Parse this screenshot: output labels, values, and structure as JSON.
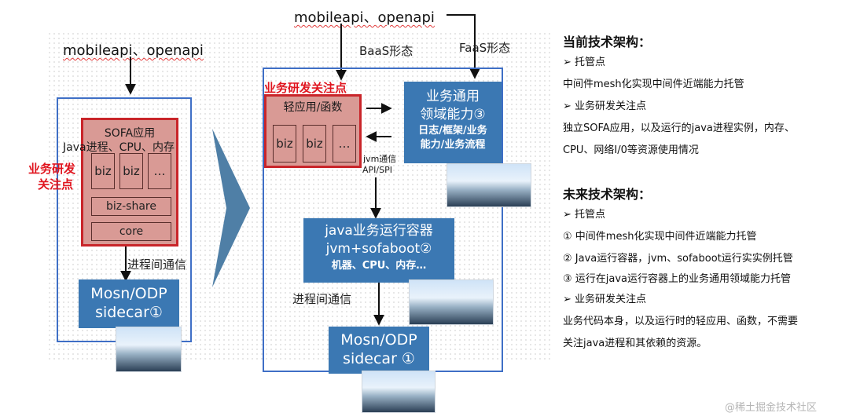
{
  "left": {
    "api_label": "mobileapi、openapi",
    "side_label_line1": "业务研发",
    "side_label_line2": "关注点",
    "app_title": "SOFA应用",
    "app_sub": "Java进程、CPU、内存",
    "biz1": "biz",
    "biz2": "biz",
    "biz3": "…",
    "biz_share": "biz-share",
    "core": "core",
    "ipc_label": "进程间通信",
    "sidecar_line1": "Mosn/ODP",
    "sidecar_line2": "sidecar①"
  },
  "middle": {
    "api_label": "mobileapi、openapi",
    "baas": "BaaS形态",
    "faas": "FaaS形态",
    "focus_title": "业务研发关注点",
    "light_title": "轻应用/函数",
    "biz1": "biz",
    "biz2": "biz",
    "biz3": "…",
    "domain_line1": "业务通用",
    "domain_line2": "领域能力③",
    "domain_sub1": "日志/框架/业务",
    "domain_sub2": "能力/业务流程",
    "jvm_comm1": "jvm通信",
    "jvm_comm2": "API/SPI",
    "container_line1": "java业务运行容器",
    "container_line2": "jvm+sofaboot②",
    "container_sub": "机器、CPU、内存…",
    "ipc_label": "进程间通信",
    "sidecar_line1": "Mosn/ODP",
    "sidecar_line2": "sidecar ①"
  },
  "right": {
    "current_title": "当前技术架构：",
    "cur_item1": "➢  托管点",
    "cur_text1": "中间件mesh化实现中间件近端能力托管",
    "cur_item2": "➢  业务研发关注点",
    "cur_text2a": "独立SOFA应用，以及运行的java进程实例，内存、",
    "cur_text2b": "CPU、网络I/0等资源使用情况",
    "future_title": "未来技术架构：",
    "fut_item1": "➢  托管点",
    "fut_text1": "①   中间件mesh化实现中间件近端能力托管",
    "fut_text2": "②   Java运行容器，jvm、sofaboot运行实实例托管",
    "fut_text3": "③   运行在java运行容器上的业务通用领域能力托管",
    "fut_item2": "➢  业务研发关注点",
    "fut_text4a": "业务代码本身，以及运行时的轻应用、函数，不需要",
    "fut_text4b": "关注java进程和其依赖的资源。"
  },
  "watermark": "@稀土掘金技术社区",
  "colors": {
    "frame_blue": "#3f6fc6",
    "block_blue": "#3b78b3",
    "red": "#e0141e",
    "pink": "#d99a95",
    "arrow_blue": "#2f5f8f"
  }
}
